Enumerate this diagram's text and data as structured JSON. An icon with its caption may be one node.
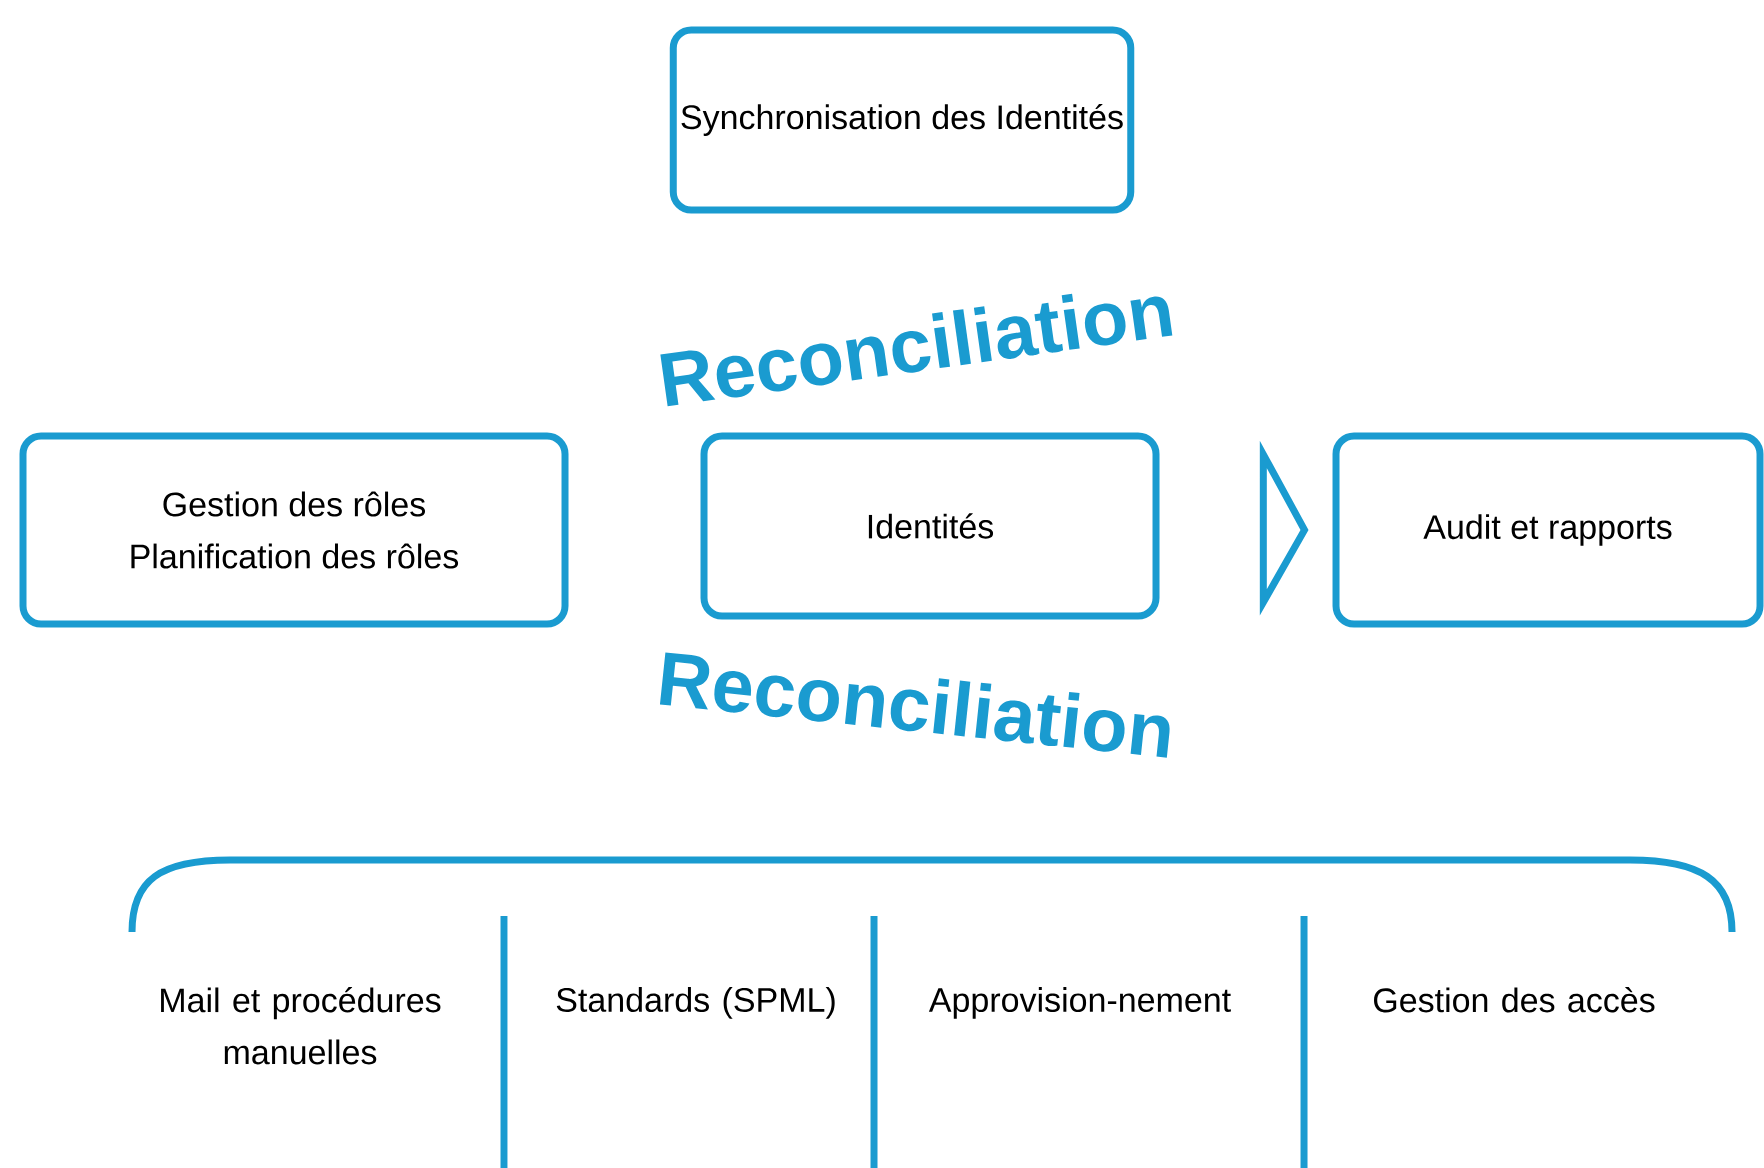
{
  "diagram": {
    "nodes": [
      {
        "text": [
          "Synchronisation des Identités"
        ]
      },
      {
        "text": [
          "Gestion des rôles",
          "Planification des rôles"
        ]
      },
      {
        "text": [
          "Identités"
        ]
      },
      {
        "text": [
          "Audit et rapports"
        ]
      }
    ],
    "edges": [
      {
        "from": 2,
        "to": 3,
        "arrow": "to"
      }
    ],
    "labels": [
      "Reconciliation",
      "Reconciliation",
      "Mail et procédures manuelles",
      "Standards (SPML)",
      "Approvision-nement",
      "Gestion des accès"
    ]
  }
}
